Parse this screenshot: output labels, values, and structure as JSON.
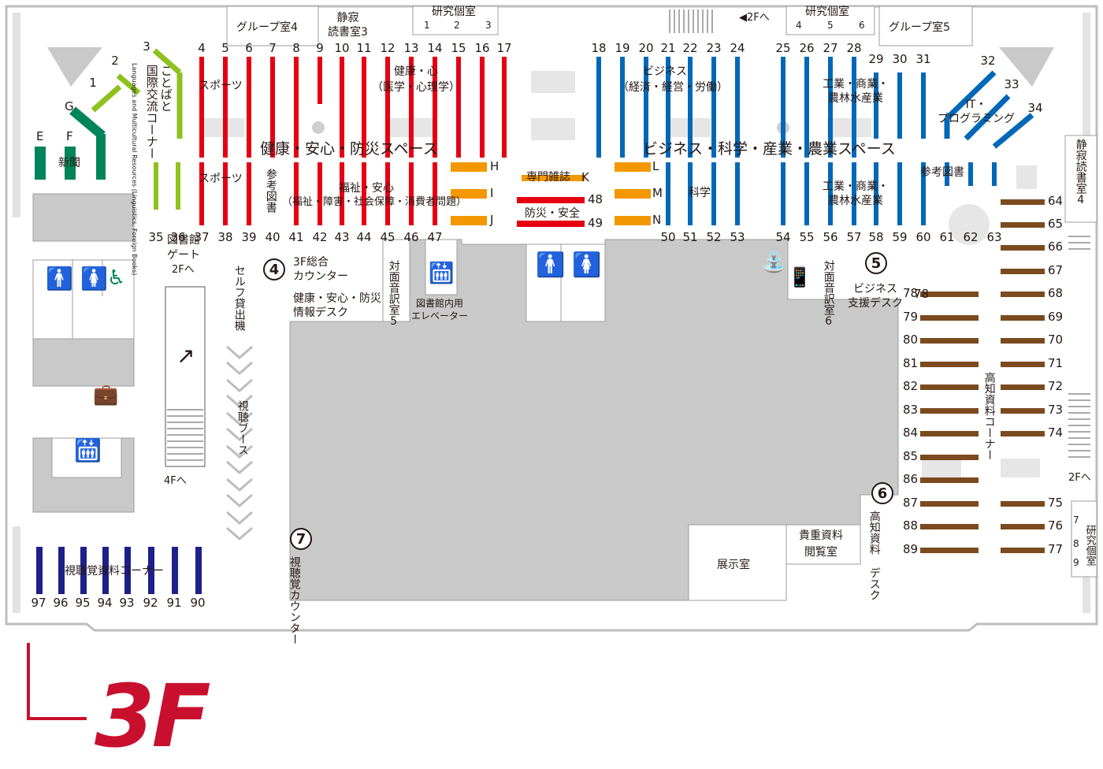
{
  "floor": "3F",
  "spaces": {
    "health": "健康・安心・防災スペース",
    "business": "ビジネス・科学・産業・農業スペース"
  },
  "rooms": {
    "group4": "グループ室4",
    "group5": "グループ室5",
    "quiet3": "静寂\n読書室3",
    "quiet4": "静寂読書室4",
    "study_top_left": "研究個室",
    "study_top_right": "研究個室",
    "study_right": "研究個室",
    "exhibition": "展示室",
    "rare": "貴重資料\n閲覧室",
    "reading5": "対面音訳室5",
    "reading6": "対面音訳室6"
  },
  "study_numbers": {
    "top_left": [
      "1",
      "2",
      "3"
    ],
    "top_right": [
      "4",
      "5",
      "6"
    ],
    "right": [
      "7",
      "8",
      "9"
    ]
  },
  "stairs": {
    "to2f_top": "◀2Fへ",
    "to2f_escalator": "2Fへ",
    "to4f": "4Fへ",
    "to2f_right": "2Fへ"
  },
  "labels": {
    "kotoba": "ことばと",
    "kokusai": "国際交流コーナー",
    "kokusai_en": "Languages and Multicultural Resources (Linguistics, Foreign Books)",
    "newspaper": "新聞",
    "sports_top": "スポーツ",
    "sports_bottom": "スポーツ",
    "health_mind": "健康・心",
    "health_mind_sub": "（医学・心理学）",
    "reference_left": "参考図書",
    "welfare": "福祉・安心",
    "welfare_sub": "（福祉・障害・社会保障・消費者問題）",
    "magazines": "専門雑誌",
    "disaster": "防災・安全",
    "business": "ビジネス",
    "business_sub": "（経済・経営・労働）",
    "industry_top": "工業・商業・\n農林水産業",
    "industry_bottom": "工業・商業・\n農林水産業",
    "science": "科学",
    "it": "IT・\nプログラミング",
    "reference_right": "参考図書",
    "kochi": "高知資料コーナー",
    "av": "視聴覚資料コーナー",
    "library_gate": "図書館\nゲート",
    "self_checkout": "セルフ貸出機",
    "av_booth": "視聴ブース",
    "counter3f": "3F総合\nカウンター",
    "health_desk": "健康・安心・防災\n情報デスク",
    "elevator": "図書館内用\nエレベーター",
    "business_desk": "ビジネス\n支援デスク",
    "kochi_desk": "高知資料\nデスク",
    "av_counter": "視聴覚カウンター"
  },
  "counters": [
    "4",
    "5",
    "6",
    "7"
  ],
  "shelf_letters": [
    "E",
    "F",
    "G",
    "H",
    "I",
    "J",
    "K",
    "L",
    "M",
    "N"
  ],
  "shelves": {
    "green_top": [
      "1",
      "2",
      "3"
    ],
    "green_bottom": [
      "35",
      "36"
    ],
    "red_top": [
      "4",
      "5",
      "6",
      "7",
      "8",
      "9",
      "10",
      "11",
      "12",
      "13",
      "14",
      "15",
      "16",
      "17"
    ],
    "red_bottom": [
      "37",
      "38",
      "39",
      "40",
      "41",
      "42",
      "43",
      "44",
      "45",
      "46",
      "47"
    ],
    "magazine": [
      "48",
      "49"
    ],
    "blue_top": [
      "18",
      "19",
      "20",
      "21",
      "22",
      "23",
      "24",
      "25",
      "26",
      "27",
      "28",
      "29",
      "30",
      "31",
      "32",
      "33",
      "34"
    ],
    "blue_bottom": [
      "50",
      "51",
      "52",
      "53",
      "54",
      "55",
      "56",
      "57",
      "58",
      "59",
      "60",
      "61",
      "62",
      "63"
    ],
    "kochi_right": [
      "64",
      "65",
      "66",
      "67",
      "68",
      "69",
      "70",
      "71",
      "72",
      "73",
      "74",
      "75",
      "76",
      "77"
    ],
    "kochi_left": [
      "78",
      "79",
      "80",
      "81",
      "82",
      "83",
      "84",
      "85",
      "86",
      "87",
      "88",
      "89"
    ],
    "av": [
      "97",
      "96",
      "95",
      "94",
      "93",
      "92",
      "91",
      "90"
    ]
  },
  "colors": {
    "red": "#e60012",
    "blue": "#0068b7",
    "green": "#8dc21f",
    "teal": "#00845a",
    "orange": "#f39800",
    "navy": "#1d2088",
    "brown": "#7b4a1e",
    "gray": "#c9c9c9",
    "floor_label": "#c8102e"
  }
}
